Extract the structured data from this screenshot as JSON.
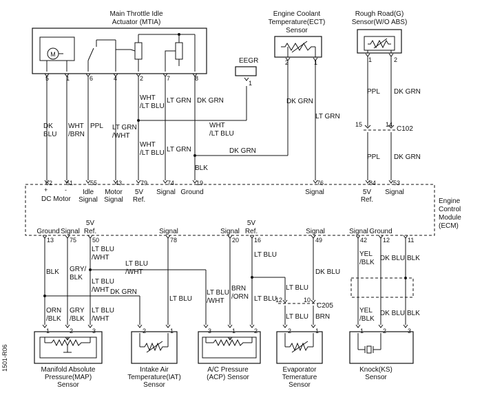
{
  "components": {
    "mtia": {
      "title1": "Main Throttle Idle",
      "title2": "Actuator (MTIA)",
      "motor_symbol": "M",
      "pins": [
        "5",
        "1",
        "6",
        "4",
        "2",
        "7",
        "8"
      ]
    },
    "eegr": {
      "title": "EEGR",
      "pin": "1"
    },
    "ect": {
      "title1": "Engine Coolant",
      "title2": "Temperature(ECT)",
      "title3": "Sensor",
      "pins": [
        "2",
        "1"
      ]
    },
    "rough_road": {
      "title1": "Rough Road(G)",
      "title2": "Sensor(W/O ABS)",
      "pins": [
        "1",
        "2"
      ]
    },
    "ecm": {
      "label1": "Engine",
      "label2": "Control",
      "label3": "Module",
      "label4": "(ECM)"
    },
    "map": {
      "title1": "Manifold Absolute",
      "title2": "Pressure(MAP)",
      "title3": "Sensor",
      "pins": [
        "1",
        "2",
        "3"
      ]
    },
    "iat": {
      "title1": "Intake Air",
      "title2": "Temperature(IAT)",
      "title3": "Sensor",
      "pins": [
        "2",
        "1"
      ]
    },
    "acp": {
      "title1": "A/C Pressure",
      "title2": "(ACP) Sensor",
      "pins": [
        "3",
        "1",
        "2"
      ]
    },
    "evap": {
      "title1": "Evaporator",
      "title2": "Temerature",
      "title3": "Sensor",
      "pins": [
        "2",
        "1"
      ]
    },
    "ks": {
      "title1": "Knock(KS)",
      "title2": "Sensor",
      "pins": [
        "1",
        "2",
        "3"
      ]
    }
  },
  "ecm_top_pins": [
    {
      "num": "62",
      "label": "DC Motor"
    },
    {
      "num": "61",
      "label": ""
    },
    {
      "num": "55",
      "label1": "Idle",
      "label2": "Signal"
    },
    {
      "num": "43",
      "label1": "Motor",
      "label2": "Signal"
    },
    {
      "num": "79",
      "label1": "5V",
      "label2": "Ref."
    },
    {
      "num": "74",
      "label": "Signal"
    },
    {
      "num": "19",
      "label": "Ground"
    },
    {
      "num": "76",
      "label": "Signal"
    },
    {
      "num": "84",
      "label1": "5V",
      "label2": "Ref."
    },
    {
      "num": "53",
      "label": "Signal"
    }
  ],
  "ecm_bottom_pins": [
    {
      "num": "13",
      "label": "Ground"
    },
    {
      "num": "75",
      "label": "Signal"
    },
    {
      "num": "50",
      "label1": "5V",
      "label2": "Ref."
    },
    {
      "num": "78",
      "label": "Signal"
    },
    {
      "num": "20",
      "label": "Signal"
    },
    {
      "num": "16",
      "label1": "5V",
      "label2": "Ref."
    },
    {
      "num": "49",
      "label": "Signal"
    },
    {
      "num": "42",
      "label": "Signal"
    },
    {
      "num": "12",
      "label": "Ground"
    },
    {
      "num": "11",
      "label": ""
    }
  ],
  "wire_labels": {
    "dk_blu": [
      "DK",
      "BLU"
    ],
    "wht_brn": [
      "WHT",
      "/BRN"
    ],
    "ppl": "PPL",
    "lt_grn_wht": [
      "LT GRN",
      "/WHT"
    ],
    "wht_lt_blu": [
      "WHT",
      "/LT BLU"
    ],
    "lt_grn": "LT GRN",
    "dk_grn": "DK GRN",
    "blk": "BLK",
    "lt_blu": "LT BLU",
    "lt_blu_wht": [
      "LT BLU",
      "/WHT"
    ],
    "gry_blk": [
      "GRY/",
      "BLK"
    ],
    "gry_blk2": [
      "GRY",
      "/BLK"
    ],
    "orn_blk": [
      "ORN",
      "/BLK"
    ],
    "brn_orn": [
      "BRN",
      "/ORN"
    ],
    "brn": "BRN",
    "yel_blk": [
      "YEL",
      "/BLK"
    ],
    "dk_blu2": "DK BLU"
  },
  "connectors": {
    "c102": "C102",
    "c102_left": "15",
    "c102_right": "14",
    "c205": "C205",
    "c205_left": "12",
    "c205_right": "10"
  },
  "doc_code": "1501-R06"
}
